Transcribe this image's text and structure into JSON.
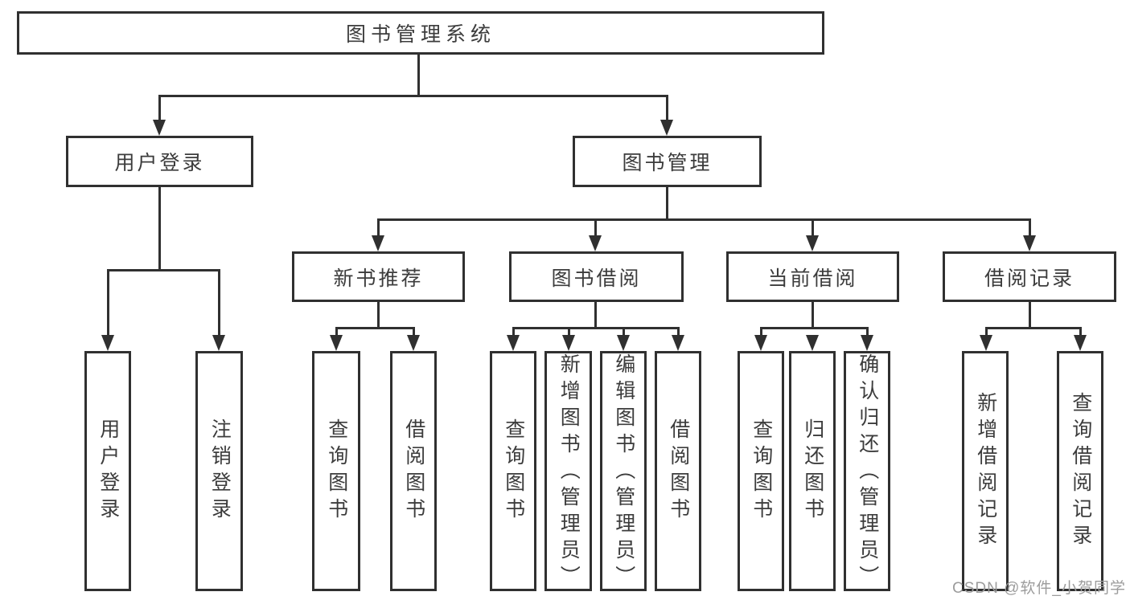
{
  "tree": {
    "root": {
      "label": "图书管理系统",
      "children": [
        {
          "label": "用户登录",
          "children": [
            {
              "label": "用户登录"
            },
            {
              "label": "注销登录"
            }
          ]
        },
        {
          "label": "图书管理",
          "children": [
            {
              "label": "新书推荐",
              "children": [
                {
                  "label": "查询图书"
                },
                {
                  "label": "借阅图书"
                }
              ]
            },
            {
              "label": "图书借阅",
              "children": [
                {
                  "label": "查询图书"
                },
                {
                  "label": "新增图书（管理员）"
                },
                {
                  "label": "编辑图书（管理员）"
                },
                {
                  "label": "借阅图书"
                }
              ]
            },
            {
              "label": "当前借阅",
              "children": [
                {
                  "label": "查询图书"
                },
                {
                  "label": "归还图书"
                },
                {
                  "label": "确认归还（管理员）"
                }
              ]
            },
            {
              "label": "借阅记录",
              "children": [
                {
                  "label": "新增借阅记录"
                },
                {
                  "label": "查询借阅记录"
                }
              ]
            }
          ]
        }
      ]
    }
  },
  "watermark": {
    "text": "CSDN @软件_小贺同学"
  },
  "colors": {
    "line": "#303030",
    "box_border": "#303030",
    "box_fill": "#ffffff",
    "text": "#3c3c3c",
    "watermark": "#9c9c9c",
    "background": "#ffffff"
  }
}
